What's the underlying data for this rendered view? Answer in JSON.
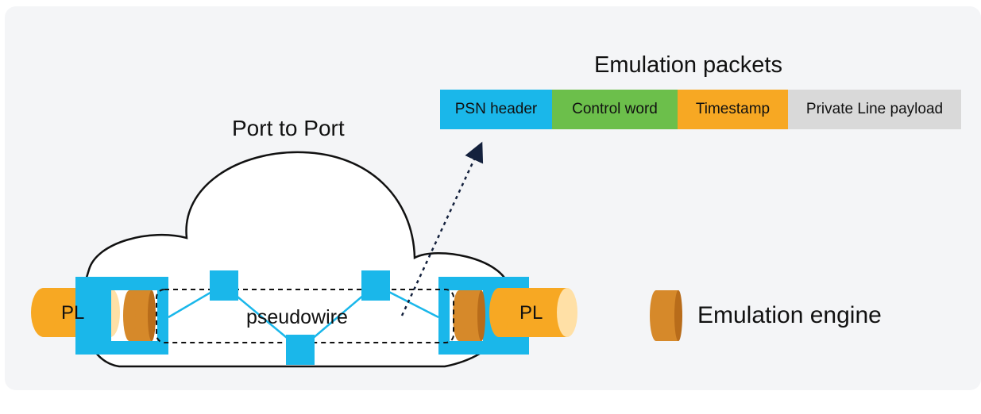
{
  "diagram": {
    "title_packets": "Emulation packets",
    "title_port": "Port to Port",
    "pseudowire_label": "pseudowire",
    "pl_left": "PL",
    "pl_right": "PL",
    "legend_label": "Emulation engine",
    "packet_fields": [
      {
        "label": "PSN header",
        "color": "#1ab7ea"
      },
      {
        "label": "Control word",
        "color": "#6cbf4b"
      },
      {
        "label": "Timestamp",
        "color": "#f7a823"
      },
      {
        "label": "Private Line payload",
        "color": "#d9d9d9"
      }
    ],
    "colors": {
      "accent_blue": "#1ab7ea",
      "pl_orange": "#f7a823",
      "engine_orange": "#d6892a",
      "arrow_navy": "#14213d"
    }
  }
}
